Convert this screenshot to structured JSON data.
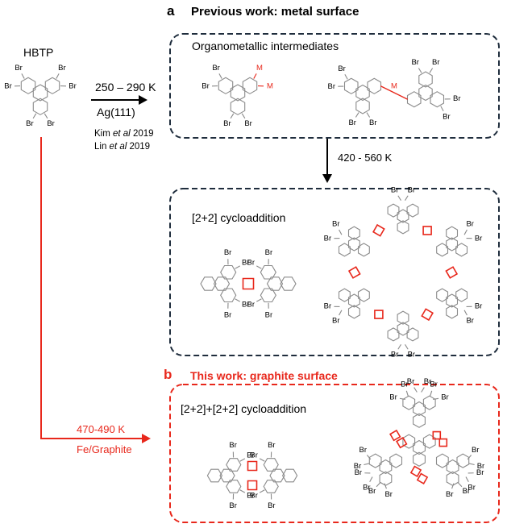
{
  "colors": {
    "box_dark": "#1f2d3d",
    "accent_red": "#e8281c",
    "bond_gray": "#8a8a8a",
    "black": "#000000"
  },
  "panel_a": {
    "letter": "a",
    "title": "Previous work: metal surface"
  },
  "panel_b": {
    "letter": "b",
    "title": "This work: graphite surface"
  },
  "hbtp": {
    "label": "HBTP",
    "br": "Br"
  },
  "step1": {
    "temp": "250 – 290 K",
    "substrate": "Ag(111)",
    "ref1_a": "Kim ",
    "ref1_b": "et al",
    "ref1_c": " 2019",
    "ref2_a": "Lin ",
    "ref2_b": "et al",
    "ref2_c": " 2019"
  },
  "box1": {
    "title": "Organometallic intermediates",
    "metal": "M"
  },
  "step2": {
    "temp": "420 - 560 K"
  },
  "box2": {
    "title": "[2+2] cycloaddition"
  },
  "box3": {
    "title": "[2+2]+[2+2] cycloaddition"
  },
  "step3": {
    "temp": "470-490 K",
    "substrate": "Fe/Graphite"
  }
}
